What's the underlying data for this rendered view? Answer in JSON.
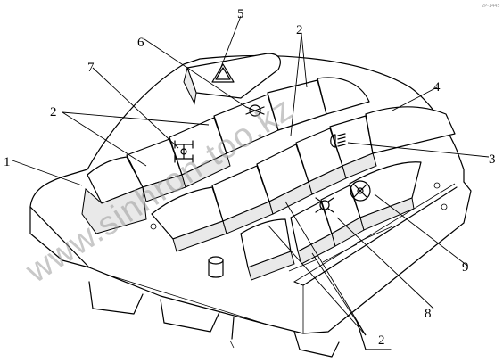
{
  "corner_mark": "2P-1445",
  "watermark": "www.sinhron-too.kz",
  "callouts": [
    {
      "id": "c1",
      "label": "1"
    },
    {
      "id": "c2a",
      "label": "2"
    },
    {
      "id": "c2b",
      "label": "2"
    },
    {
      "id": "c2c",
      "label": "2"
    },
    {
      "id": "c3",
      "label": "3"
    },
    {
      "id": "c4",
      "label": "4"
    },
    {
      "id": "c5",
      "label": "5"
    },
    {
      "id": "c6",
      "label": "6"
    },
    {
      "id": "c7",
      "label": "7"
    },
    {
      "id": "c8",
      "label": "8"
    },
    {
      "id": "c9",
      "label": "9"
    }
  ],
  "icons": {
    "c5": "warning-triangle-icon",
    "c6": "axle-lock-icon",
    "c7": "differential-lock-icon",
    "c3": "fog-lamp-icon",
    "c8": "axle-lock-all-icon",
    "c9": "cross-axle-lock-icon"
  }
}
